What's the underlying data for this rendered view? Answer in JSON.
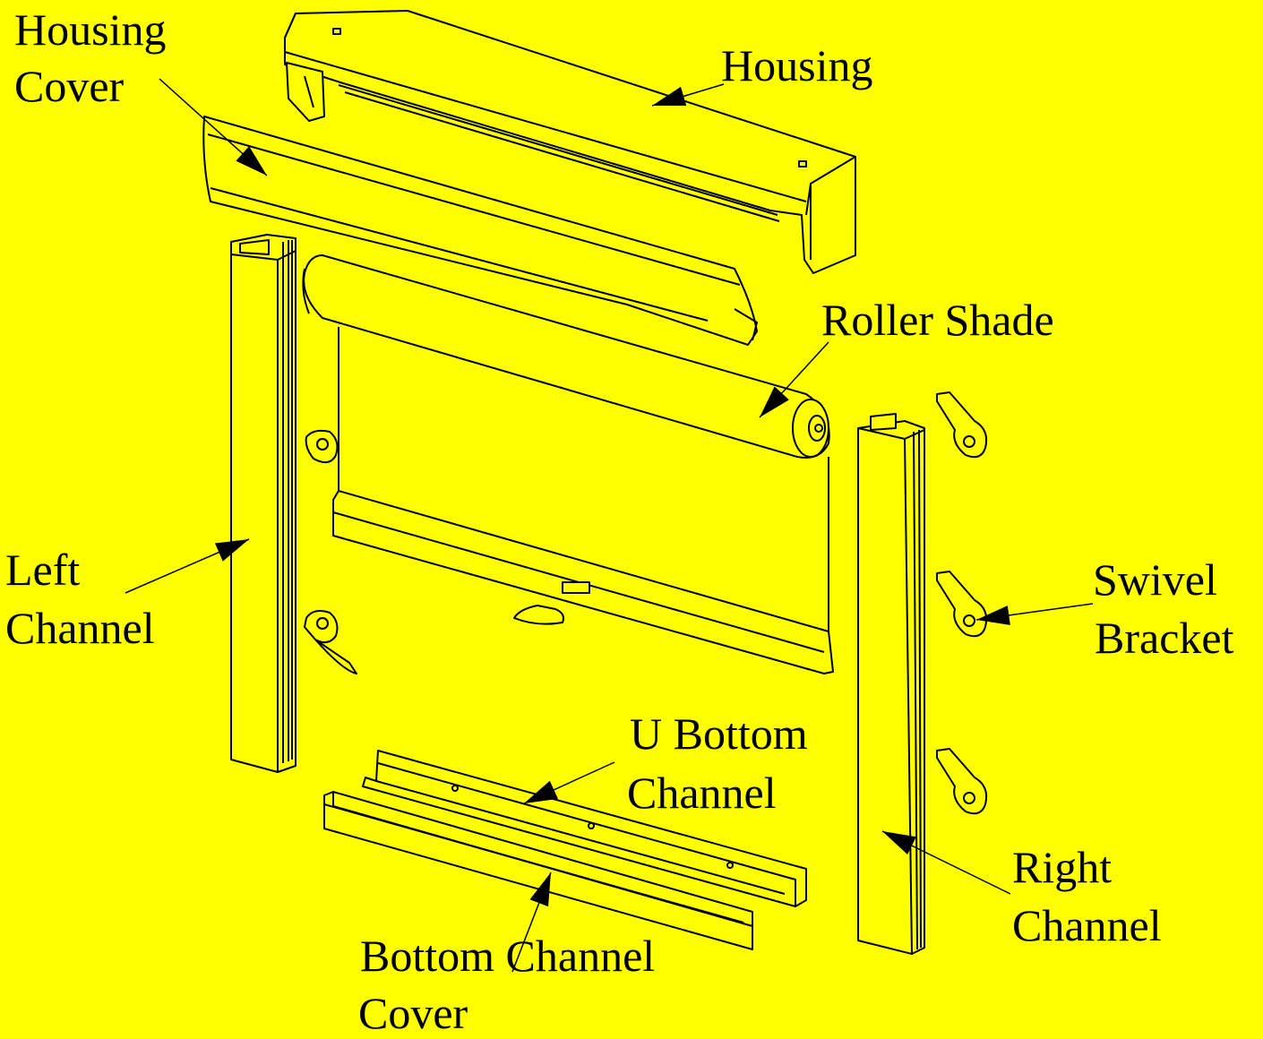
{
  "background": "#ffff00",
  "line_color": "#000000",
  "labels": {
    "housing_cover": [
      "Housing",
      "Cover"
    ],
    "housing": "Housing",
    "roller_shade": "Roller Shade",
    "left_channel": [
      "Left",
      "Channel"
    ],
    "swivel_bracket": [
      "Swivel",
      "Bracket"
    ],
    "u_bottom_channel": [
      "U Bottom",
      "Channel"
    ],
    "right_channel": [
      "Right",
      "Channel"
    ],
    "bottom_channel_cover": [
      "Bottom Channel",
      "Cover"
    ]
  }
}
